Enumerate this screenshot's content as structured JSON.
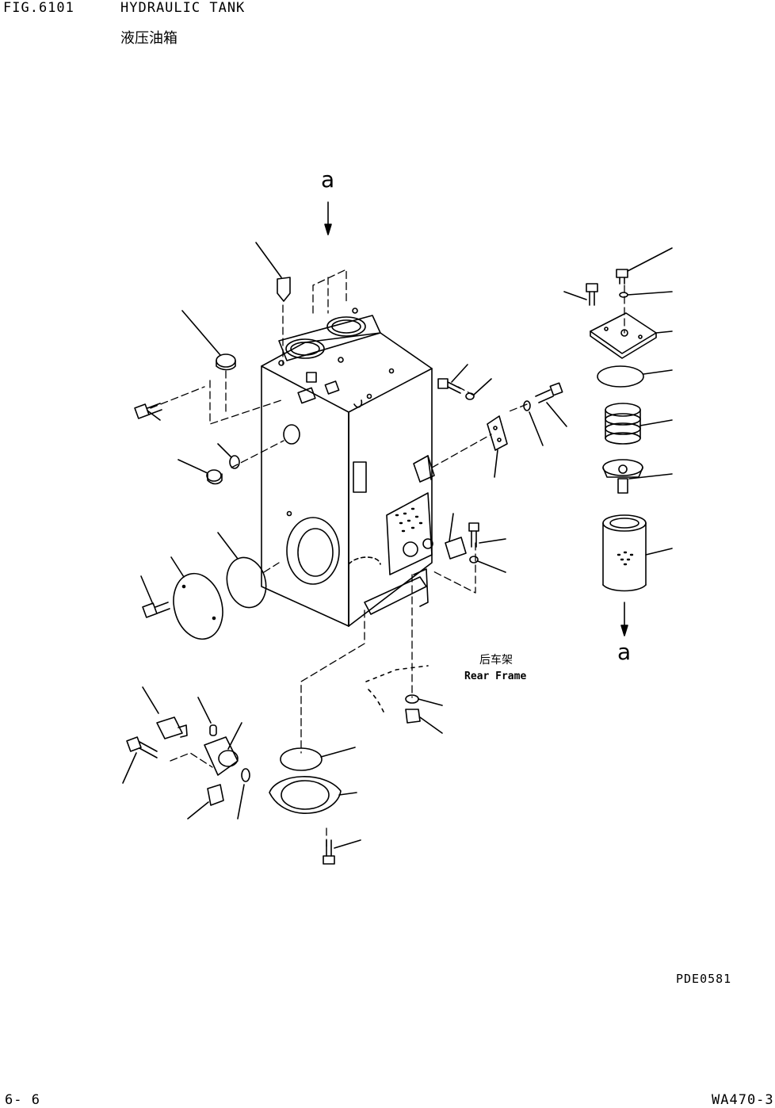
{
  "header": {
    "fig_number": "FIG.6101",
    "title": "HYDRAULIC TANK",
    "title_cn": "液压油箱"
  },
  "diagram": {
    "arrow_label_top": "a",
    "arrow_label_bottom": "a",
    "rear_frame_cn": "后车架",
    "rear_frame_en": "Rear Frame",
    "drawing_code": "PDE0581"
  },
  "footer": {
    "page": "6- 6",
    "model": "WA470-3"
  }
}
